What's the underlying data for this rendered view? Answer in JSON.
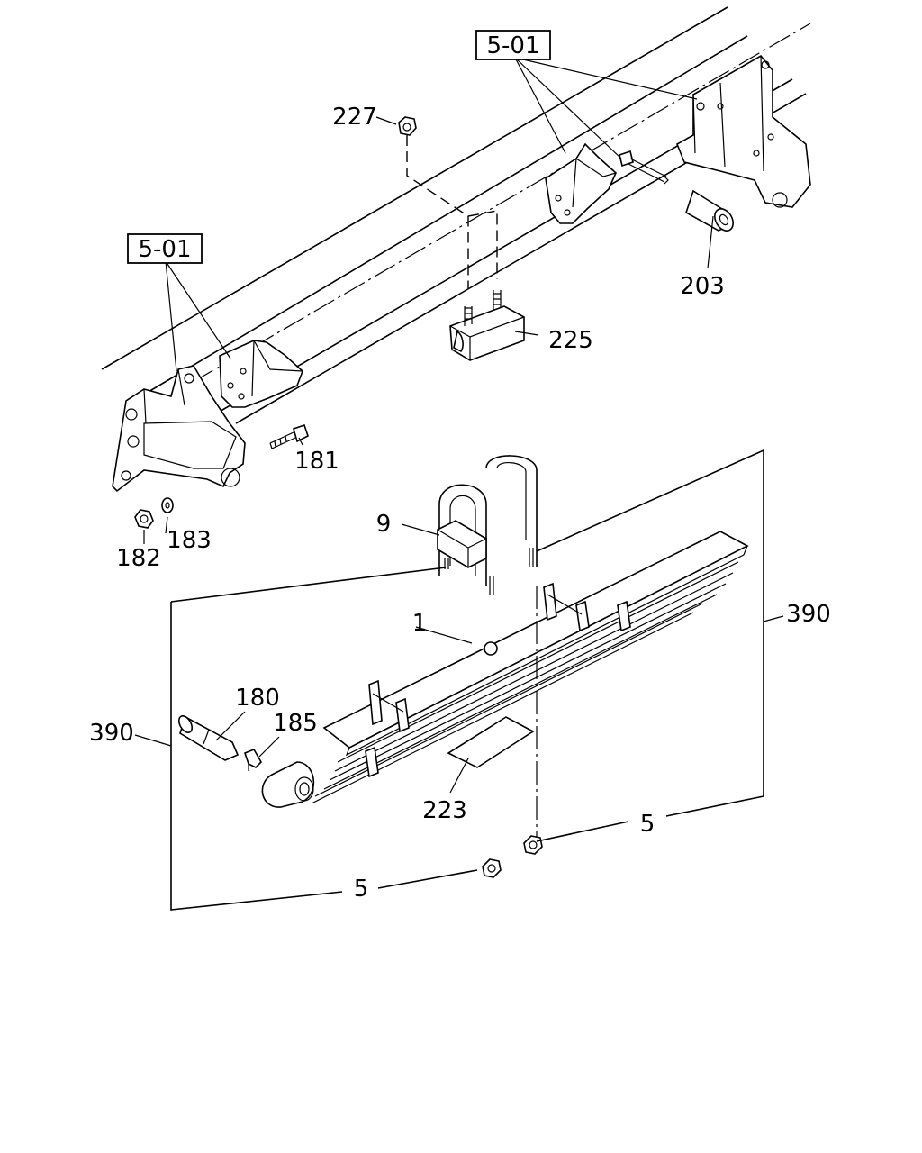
{
  "diagram": {
    "references": [
      {
        "id": "ref-top",
        "label": "5-01"
      },
      {
        "id": "ref-left",
        "label": "5-01"
      }
    ],
    "callouts": [
      {
        "id": "c227",
        "label": "227"
      },
      {
        "id": "c203",
        "label": "203"
      },
      {
        "id": "c225",
        "label": "225"
      },
      {
        "id": "c181",
        "label": "181"
      },
      {
        "id": "c182",
        "label": "182"
      },
      {
        "id": "c183",
        "label": "183"
      },
      {
        "id": "c9",
        "label": "9"
      },
      {
        "id": "c390r",
        "label": "390"
      },
      {
        "id": "c1",
        "label": "1"
      },
      {
        "id": "c180",
        "label": "180"
      },
      {
        "id": "c185",
        "label": "185"
      },
      {
        "id": "c390l",
        "label": "390"
      },
      {
        "id": "c223",
        "label": "223"
      },
      {
        "id": "c5r",
        "label": "5"
      },
      {
        "id": "c5b",
        "label": "5"
      }
    ]
  }
}
